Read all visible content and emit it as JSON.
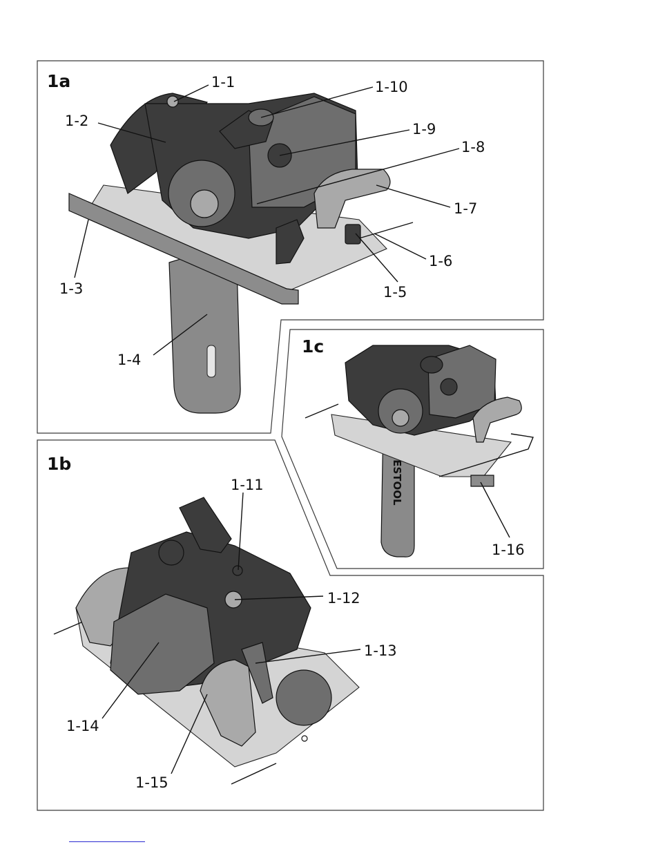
{
  "panels": {
    "a": {
      "title": "1a",
      "labels": [
        "1-1",
        "1-2",
        "1-3",
        "1-4",
        "1-5",
        "1-6",
        "1-7",
        "1-8",
        "1-9",
        "1-10"
      ]
    },
    "b": {
      "title": "1b",
      "labels": [
        "1-11",
        "1-12",
        "1-13",
        "1-14",
        "1-15"
      ]
    },
    "c": {
      "title": "1c",
      "labels": [
        "1-16"
      ],
      "bar_text": "FESTOOL"
    }
  },
  "colors": {
    "frame": "#3a3a3a",
    "housing_dark": "#3c3c3c",
    "housing_mid": "#6e6e6e",
    "housing_light": "#a9a9a9",
    "footer_link": "#2a2ad0"
  }
}
